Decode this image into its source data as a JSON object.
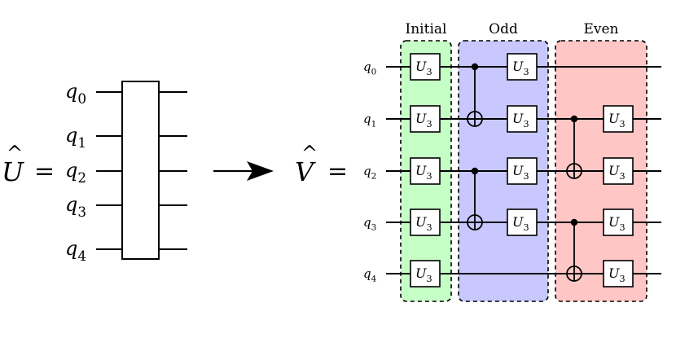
{
  "left_equation": {
    "operator": "U",
    "hat": "^",
    "equals": "="
  },
  "right_equation": {
    "operator": "V",
    "hat": "^",
    "equals": "="
  },
  "qubits": [
    {
      "base": "q",
      "sub": "0"
    },
    {
      "base": "q",
      "sub": "1"
    },
    {
      "base": "q",
      "sub": "2"
    },
    {
      "base": "q",
      "sub": "3"
    },
    {
      "base": "q",
      "sub": "4"
    }
  ],
  "stages": [
    {
      "label": "Initial",
      "color": "#c6ffc6"
    },
    {
      "label": "Odd",
      "color": "#c8c8ff"
    },
    {
      "label": "Even",
      "color": "#ffc6c6"
    }
  ],
  "gate": {
    "base": "U",
    "sub": "3"
  },
  "circuit": {
    "initial_gates_on": [
      0,
      1,
      2,
      3,
      4
    ],
    "odd_cnots": [
      {
        "control": 0,
        "target": 1
      },
      {
        "control": 2,
        "target": 3
      }
    ],
    "odd_gates_on": [
      0,
      1,
      2,
      3
    ],
    "even_cnots": [
      {
        "control": 1,
        "target": 2
      },
      {
        "control": 3,
        "target": 4
      }
    ],
    "even_gates_on": [
      1,
      2,
      3,
      4
    ]
  },
  "colors": {
    "line": "#000000",
    "gate_fill": "#ffffff"
  }
}
